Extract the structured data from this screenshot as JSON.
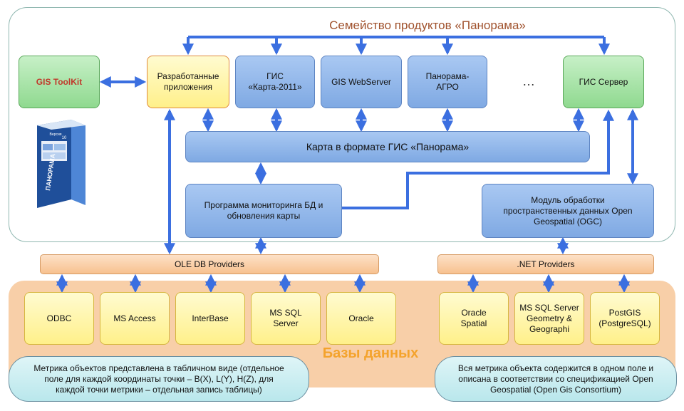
{
  "family_title": "Семейство продуктов «Панорама»",
  "db_title": "Базы данных",
  "boxes": {
    "gis_toolkit": "GIS ToolKit",
    "developed_apps": "Разработанные приложения",
    "gis_karta": "ГИС «Карта-2011»",
    "gis_webserver": "GIS WebServer",
    "panorama_agro": "Панорама-АГРО",
    "ellipsis": "…",
    "gis_server": "ГИС Сервер",
    "map_format": "Карта в формате ГИС «Панорама»",
    "monitoring": "Программа мониторинга БД и обновления карты",
    "ogc_module": "Модуль обработки пространственных данных Open Geospatial (OGC)",
    "oledb": "OLE DB Providers",
    "dotnet": ".NET Providers",
    "odbc": "ODBC",
    "ms_access": "MS Access",
    "interbase": "InterBase",
    "ms_sql_server": "MS SQL Server",
    "oracle": "Oracle",
    "oracle_spatial": "Oracle Spatial",
    "ms_sql_geometry": "MS SQL Server Geometry & Geographi",
    "postgis": "PostGIS (PostgreSQL)"
  },
  "notes": {
    "left": "Метрика объектов представлена в табличном виде (отдельное поле для каждой координаты точки – B(X), L(Y), H(Z), для каждой точки метрики – отдельная запись таблицы)",
    "right": "Вся метрика объекта содержится в одном поле и описана в соответствии со спецификацией Open Geospatial (Open Gis Consortium)"
  },
  "product_image": {
    "version_label": "Версия",
    "version_number": "10",
    "brand": "ПАНОРАМА"
  },
  "colors": {
    "arrow": "#3b6fe0",
    "title": "#a0522d",
    "db_title": "#f4a32c",
    "toolkit_text": "#c0392b"
  }
}
